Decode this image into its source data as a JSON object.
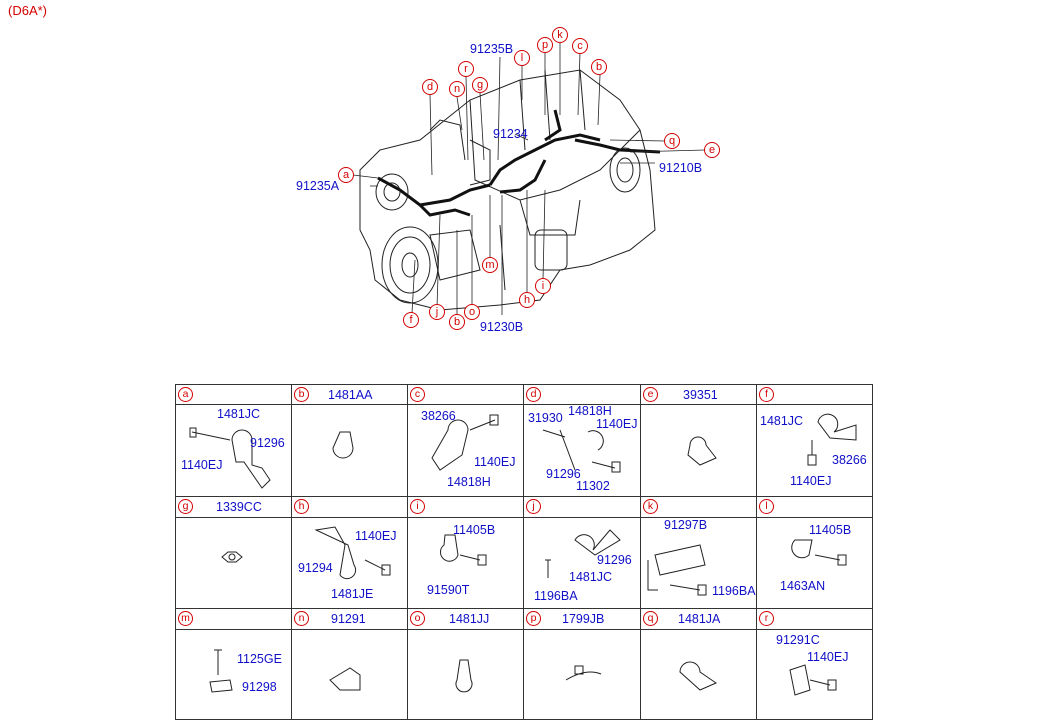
{
  "variant_label": "(D6A*)",
  "assembly": {
    "callouts": [
      "a",
      "b",
      "c",
      "d",
      "e",
      "f",
      "g",
      "h",
      "i",
      "j",
      "k",
      "l",
      "m",
      "n",
      "o",
      "p",
      "q",
      "r",
      "b"
    ],
    "part_numbers": [
      "91235B",
      "91234",
      "91235A",
      "91210B",
      "91230B"
    ]
  },
  "table": {
    "cells": [
      {
        "letter": "a",
        "code": "",
        "parts": [
          "1481JC",
          "91296",
          "1140EJ"
        ]
      },
      {
        "letter": "b",
        "code": "1481AA",
        "parts": []
      },
      {
        "letter": "c",
        "code": "",
        "parts": [
          "38266",
          "1140EJ",
          "14818H"
        ]
      },
      {
        "letter": "d",
        "code": "",
        "parts": [
          "31930",
          "14818H",
          "1140EJ",
          "91296",
          "11302"
        ]
      },
      {
        "letter": "e",
        "code": "39351",
        "parts": []
      },
      {
        "letter": "f",
        "code": "",
        "parts": [
          "1481JC",
          "38266",
          "1140EJ"
        ]
      },
      {
        "letter": "g",
        "code": "1339CC",
        "parts": []
      },
      {
        "letter": "h",
        "code": "",
        "parts": [
          "1140EJ",
          "91294",
          "1481JE"
        ]
      },
      {
        "letter": "i",
        "code": "",
        "parts": [
          "11405B",
          "91590T"
        ]
      },
      {
        "letter": "j",
        "code": "",
        "parts": [
          "91296",
          "1481JC",
          "1196BA"
        ]
      },
      {
        "letter": "k",
        "code": "",
        "parts": [
          "91297B",
          "1196BA"
        ]
      },
      {
        "letter": "l",
        "code": "",
        "parts": [
          "11405B",
          "1463AN"
        ]
      },
      {
        "letter": "m",
        "code": "",
        "parts": [
          "1125GE",
          "91298"
        ]
      },
      {
        "letter": "n",
        "code": "91291",
        "parts": []
      },
      {
        "letter": "o",
        "code": "1481JJ",
        "parts": []
      },
      {
        "letter": "p",
        "code": "1799JB",
        "parts": []
      },
      {
        "letter": "q",
        "code": "1481JA",
        "parts": []
      },
      {
        "letter": "r",
        "code": "",
        "parts": [
          "91291C",
          "1140EJ"
        ]
      }
    ]
  }
}
